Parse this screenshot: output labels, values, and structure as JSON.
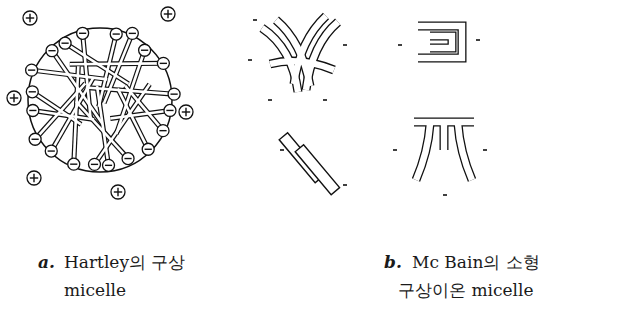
{
  "diagram": {
    "labels": [
      "a.",
      "Hartley의 구상 micelle",
      "b.",
      "Mc Bain의 소형 구상이온 micelle"
    ]
  }
}
